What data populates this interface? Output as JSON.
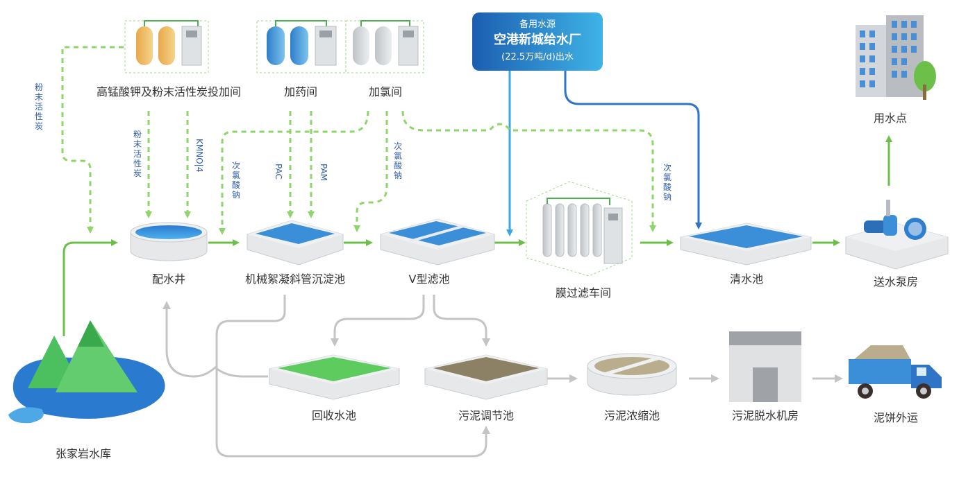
{
  "backup_source": {
    "top": "备用水源",
    "name": "空港新城给水厂",
    "capacity": "(22.5万吨/d)出水"
  },
  "rooms": {
    "kmno4": "高锰酸钾及粉末活性炭投加间",
    "dosing": "加药间",
    "chlorine": "加氯间"
  },
  "units": {
    "well": "配水井",
    "sed": "机械絮凝斜管沉淀池",
    "vfilter": "V型滤池",
    "membrane": "膜过滤车间",
    "clear": "清水池",
    "pump": "送水泵房",
    "user": "用水点",
    "recovery": "回收水池",
    "sludge_adj": "污泥调节池",
    "thickener": "污泥浓缩池",
    "dewater": "污泥脱水机房",
    "cake": "泥饼外运",
    "reservoir": "张家岩水库"
  },
  "chemicals": {
    "pac_left": [
      "粉",
      "末",
      "活",
      "性",
      "炭"
    ],
    "pac_mid": [
      "粉",
      "末",
      "活",
      "性",
      "炭"
    ],
    "kmno4": "KMNO|4",
    "naclo1": [
      "次",
      "氯",
      "酸",
      "钠"
    ],
    "pac": "PAC",
    "pam": "PAM",
    "naclo2": [
      "次",
      "氯",
      "酸",
      "钠"
    ],
    "naclo3": [
      "次",
      "氯",
      "酸",
      "钠"
    ]
  },
  "colors": {
    "green_flow": "#6cc04a",
    "blue_flow": "#2f74c6",
    "sludge_flow": "#c4c4c4",
    "water": "#3a8fd8"
  }
}
